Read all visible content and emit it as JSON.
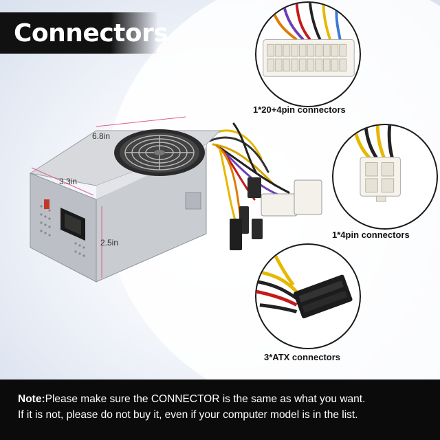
{
  "title": "Connectors",
  "dimensions": {
    "length": "6.8in",
    "width": "3.3in",
    "height": "2.5in"
  },
  "connectors": [
    {
      "label": "1*20+4pin connectors",
      "icon": "atx-24pin-connector-icon"
    },
    {
      "label": "1*4pin connectors",
      "icon": "4pin-cpu-connector-icon"
    },
    {
      "label": "3*ATX connectors",
      "icon": "sata-power-connector-icon"
    }
  ],
  "note": {
    "prefix": "Note:",
    "line1": "Please make sure the CONNECTOR is the same as what you want.",
    "line2": "If it is not, please do not buy it, even if your computer model is in the list."
  },
  "colors": {
    "banner": "#111111",
    "note_bar": "#0b0b0b",
    "psu_body": "#c9ccd1"
  }
}
